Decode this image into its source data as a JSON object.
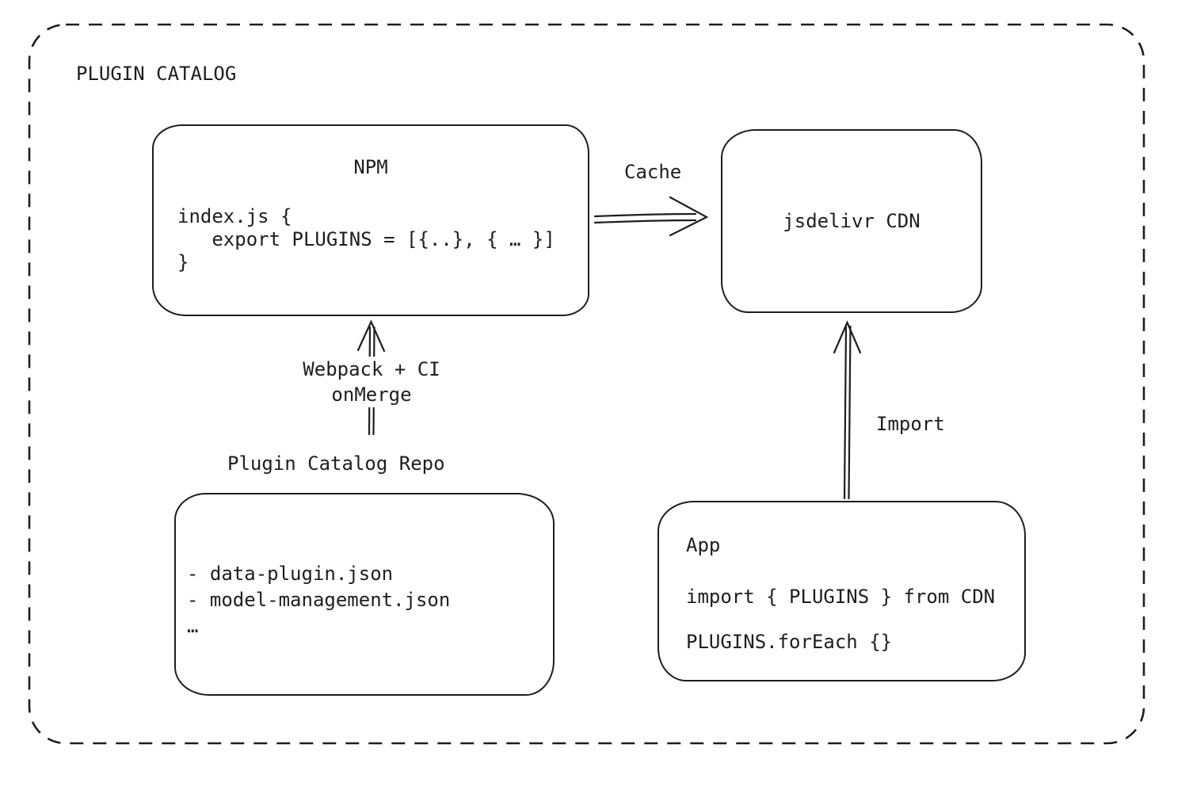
{
  "diagram": {
    "title": "PLUGIN CATALOG",
    "nodes": {
      "npm": {
        "title": "NPM",
        "code": [
          "index.js {",
          "   export PLUGINS = [{..}, { … }]",
          "}"
        ]
      },
      "cdn": {
        "label": "jsdelivr CDN"
      },
      "repo": {
        "label": "Plugin Catalog Repo",
        "files": [
          "- data-plugin.json",
          "- model-management.json",
          "…"
        ]
      },
      "app": {
        "title": "App",
        "lines": [
          "import { PLUGINS } from CDN",
          "PLUGINS.forEach {}"
        ]
      }
    },
    "edges": {
      "cache": {
        "label": "Cache"
      },
      "webpack": {
        "label_line1": "Webpack + CI",
        "label_line2": "onMerge"
      },
      "import": {
        "label": "Import"
      }
    },
    "colors": {
      "stroke": "#1e1e1e",
      "background": "#ffffff"
    }
  }
}
